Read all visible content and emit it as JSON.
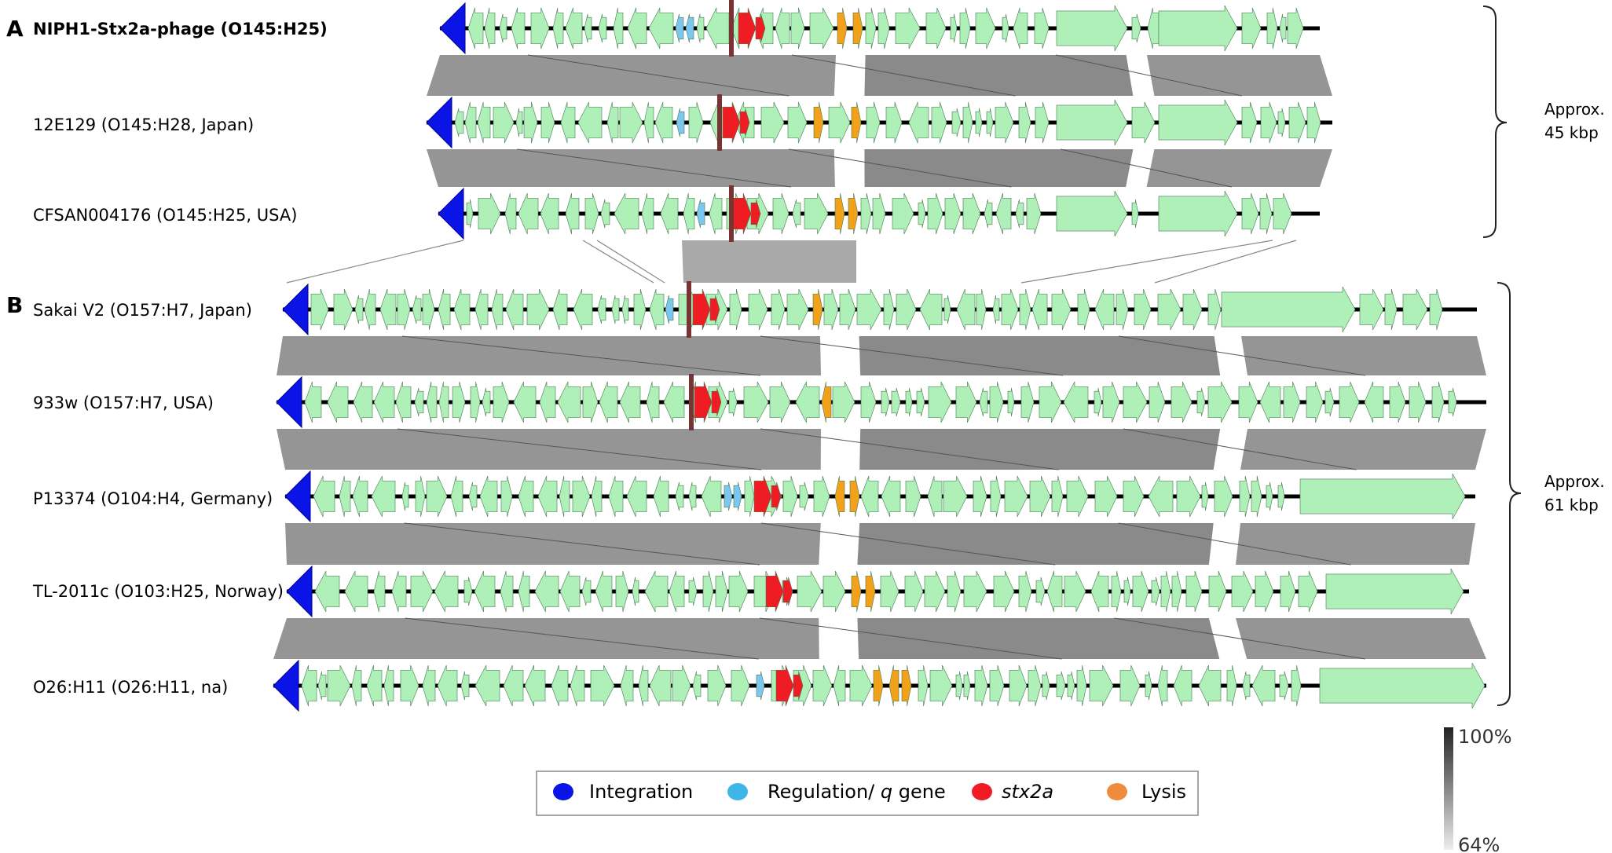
{
  "panels": [
    {
      "letter": "A",
      "bracket_label": [
        "Approx.",
        "45 kbp"
      ]
    },
    {
      "letter": "B",
      "bracket_label": [
        "Approx.",
        "61 kbp"
      ]
    }
  ],
  "genomes": [
    {
      "panel": 0,
      "label": "NIPH1-Stx2a-phage (O145:H25)",
      "bold": true
    },
    {
      "panel": 0,
      "label": "12E129 (O145:H28, Japan)",
      "bold": false
    },
    {
      "panel": 0,
      "label": "CFSAN004176 (O145:H25, USA)",
      "bold": false
    },
    {
      "panel": 1,
      "label": "Sakai V2 (O157:H7, Japan)",
      "bold": false
    },
    {
      "panel": 1,
      "label": "933w (O157:H7, USA)",
      "bold": false
    },
    {
      "panel": 1,
      "label": "P13374 (O104:H4, Germany)",
      "bold": false
    },
    {
      "panel": 1,
      "label": "TL-2011c (O103:H25, Norway)",
      "bold": false
    },
    {
      "panel": 1,
      "label": "O26:H11 (O26:H11, na)",
      "bold": false
    }
  ],
  "legend": [
    {
      "label": "Integration",
      "italic_part": "",
      "color": "#0a14e6"
    },
    {
      "label": "Regulation/ ",
      "italic_part": "q",
      "suffix": " gene",
      "color": "#3fb6ea"
    },
    {
      "label": "",
      "italic_part": "stx2a",
      "color": "#ef1c24"
    },
    {
      "label": "Lysis",
      "italic_part": "",
      "color": "#ef8b3c"
    }
  ],
  "scale": {
    "max_label": "100%",
    "min_label": "64%"
  },
  "colors": {
    "gene": "#aef0b8",
    "integration": "#0a14e6",
    "regulation": "#7cc7f0",
    "stx2a": "#ef1c24",
    "lysis": "#f2a11a",
    "marker": "#7a3333",
    "similarity": "#959595"
  }
}
